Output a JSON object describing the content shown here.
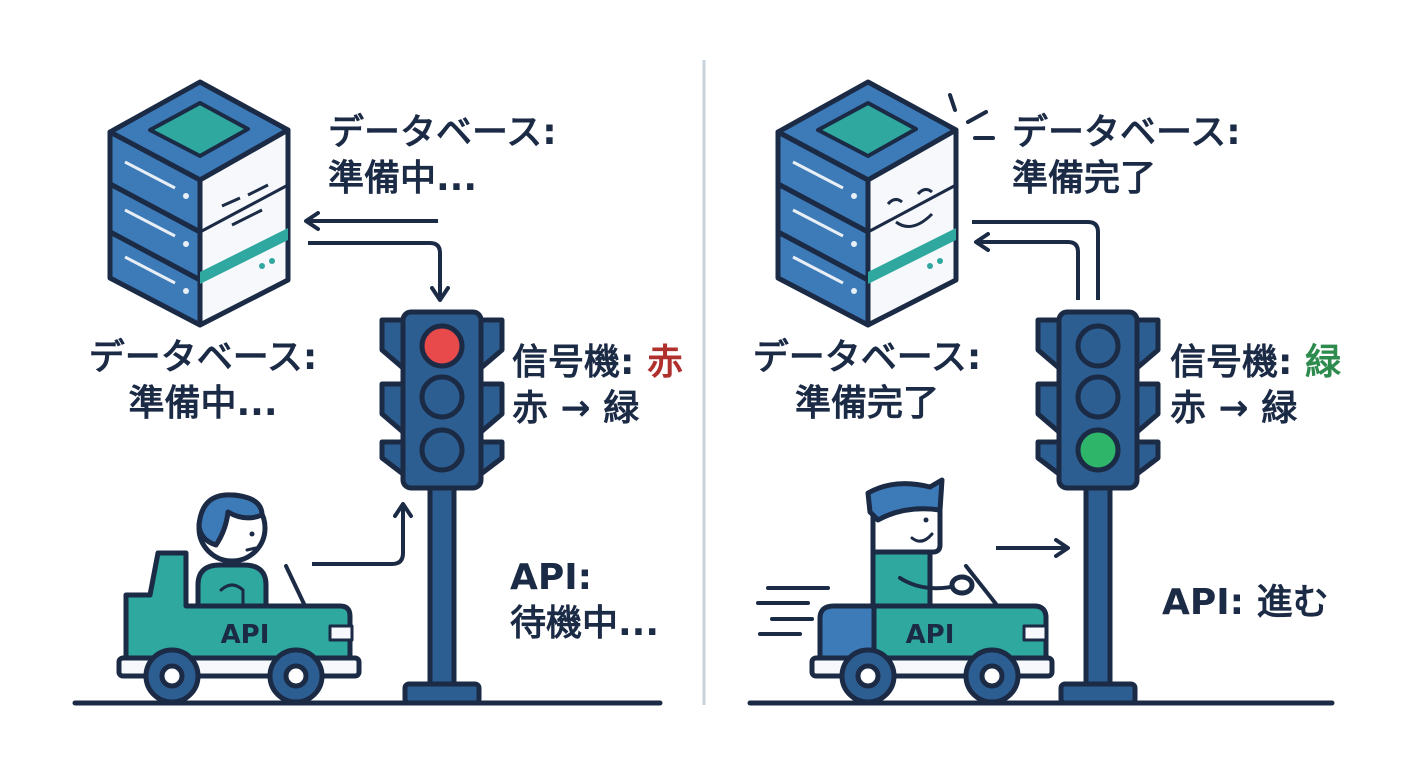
{
  "left": {
    "db_label_top": {
      "line1": "データベース:",
      "line2": "準備中..."
    },
    "db_label_bottom": {
      "line1": "データベース:",
      "line2": "準備中..."
    },
    "signal": {
      "prefix": "信号機:",
      "state": "赤",
      "transition": "赤 → 緑",
      "active_light": "red"
    },
    "api_status": {
      "line1": "API:",
      "line2": "待機中..."
    },
    "car_text": "API"
  },
  "right": {
    "db_label_top": {
      "line1": "データベース:",
      "line2": "準備完了"
    },
    "db_label_bottom": {
      "line1": "データベース:",
      "line2": "準備完了"
    },
    "signal": {
      "prefix": "信号機:",
      "state": "緑",
      "transition": "赤 → 緑",
      "active_light": "green"
    },
    "api_status": "API: 進む",
    "car_text": "API"
  },
  "colors": {
    "outline": "#1b2a45",
    "server_blue": "#3d7ab8",
    "teal": "#2fa8a0",
    "signal_body": "#2d5e92",
    "red_light": "#e8494a",
    "green_light": "#2fb56a",
    "divider": "#c9d3de"
  }
}
